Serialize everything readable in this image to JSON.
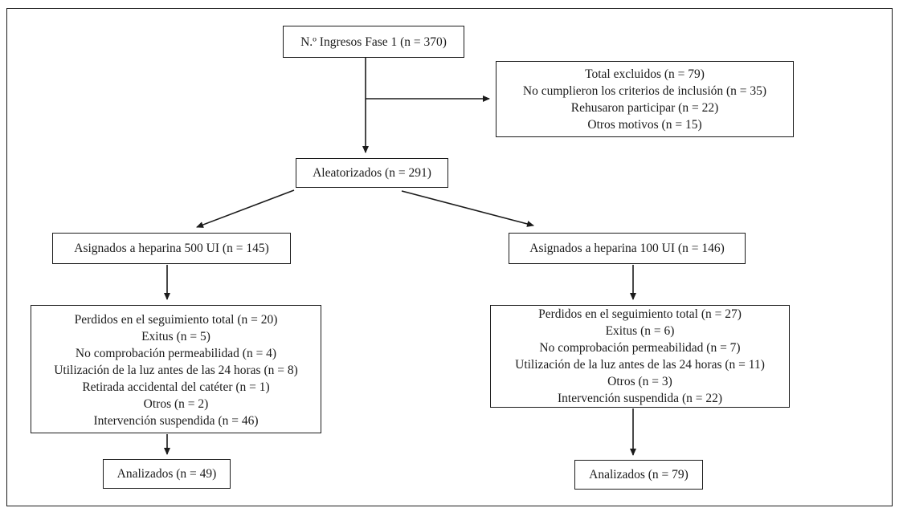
{
  "diagram": {
    "type": "flowchart",
    "language": "es",
    "colors": {
      "background": "#ffffff",
      "line": "#1b1b1b",
      "text": "#1b1b1b"
    },
    "boxes": {
      "ingresos": {
        "label": "N.º Ingresos Fase 1 (n = 370)"
      },
      "excluidos": {
        "lines": [
          "Total excluidos (n = 79)",
          "No cumplieron los criterios de inclusión (n = 35)",
          "Rehusaron participar (n = 22)",
          "Otros motivos (n = 15)"
        ]
      },
      "aleatorizados": {
        "label": "Aleatorizados (n = 291)"
      },
      "heparina500": {
        "label": "Asignados a heparina 500 UI (n = 145)"
      },
      "heparina100": {
        "label": "Asignados a heparina 100 UI (n = 146)"
      },
      "perdidos_izq": {
        "lines": [
          "Perdidos en el seguimiento total (n = 20)",
          "Exitus (n = 5)",
          "No comprobación permeabilidad (n = 4)",
          "Utilización de la luz antes de las 24 horas (n = 8)",
          "Retirada accidental del catéter (n = 1)",
          "Otros (n = 2)",
          "Intervención suspendida (n = 46)"
        ]
      },
      "perdidos_der": {
        "lines": [
          "Perdidos en el seguimiento total (n = 27)",
          "Exitus (n = 6)",
          "No comprobación permeabilidad (n = 7)",
          "Utilización de la luz antes de las 24 horas (n = 11)",
          "Otros (n = 3)",
          "Intervención suspendida (n = 22)"
        ]
      },
      "analizados_izq": {
        "label": "Analizados (n = 49)"
      },
      "analizados_der": {
        "label": "Analizados (n = 79)"
      }
    }
  }
}
